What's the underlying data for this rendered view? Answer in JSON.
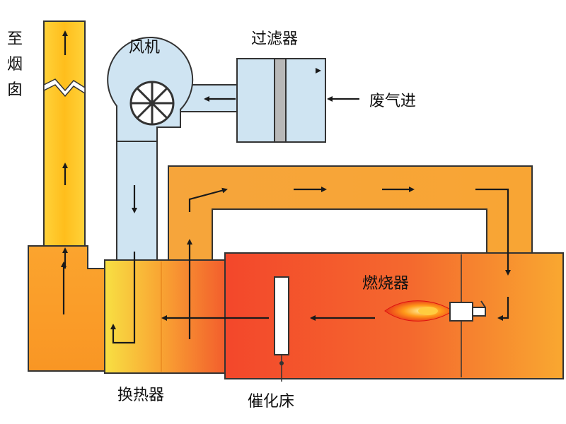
{
  "labels": {
    "chimney": "至\n烟\n囱",
    "fan": "风机",
    "filter": "过滤器",
    "inlet": "废气进",
    "burner": "燃烧器",
    "heat_exchanger": "换热器",
    "catalyst_bed": "催化床"
  },
  "colors": {
    "chimney_yellow": "#ffc928",
    "duct_blue": "#cfe4f2",
    "loop_orange": "#f6a63a",
    "hot_red": "#f0472a",
    "exchanger_yellow": "#f7d64a"
  },
  "icons": [
    "fan-icon",
    "flame-icon",
    "burner-nozzle-icon",
    "flow-arrow-icon"
  ]
}
